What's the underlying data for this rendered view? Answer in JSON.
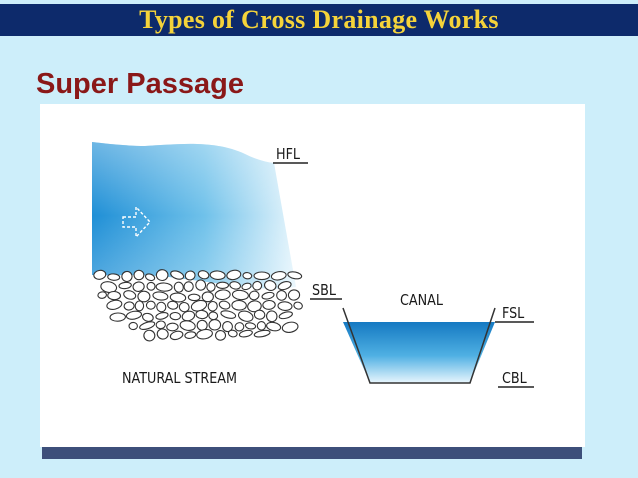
{
  "slide": {
    "title": "Types of Cross Drainage Works",
    "subtitle": "Super Passage"
  },
  "diagram": {
    "labels": {
      "hfl": "HFL",
      "sbl": "SBL",
      "canal": "CANAL",
      "fsl": "FSL",
      "cbl": "CBL",
      "natural_stream": "NATURAL STREAM"
    }
  },
  "colors": {
    "title_bar": "#0d2a6b",
    "title_text": "#f5d33a",
    "subtitle_text": "#8a1818",
    "background": "#cdeefa",
    "water": "#2a9ad8"
  }
}
